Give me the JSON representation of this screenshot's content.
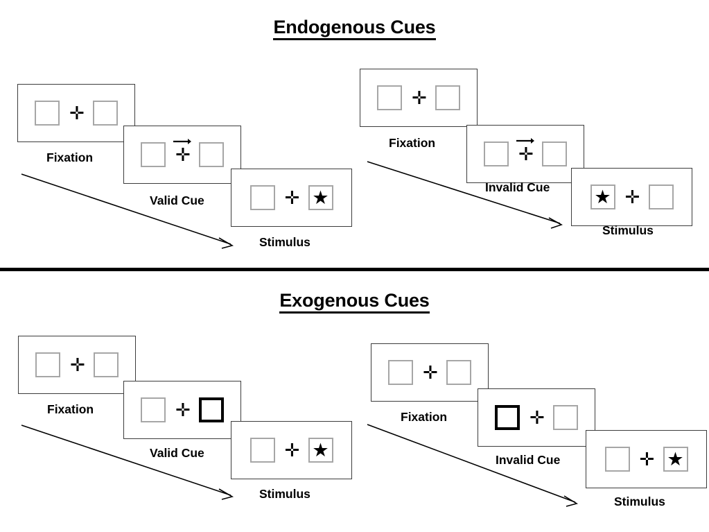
{
  "figure": {
    "background_color": "#ffffff",
    "line_color": "#3b3b3b",
    "box_color": "#a6a6a6",
    "accent_color": "#000000"
  },
  "sections": [
    {
      "id": "endogenous",
      "title": "Endogenous Cues",
      "conditions": [
        {
          "id": "endogenous-valid",
          "name": "valid",
          "frames": [
            {
              "caption": "Fixation",
              "cue": "none",
              "left_box": "empty",
              "right_box": "empty"
            },
            {
              "caption": "Valid Cue",
              "cue": "arrow-right",
              "left_box": "empty",
              "right_box": "empty"
            },
            {
              "caption": "Stimulus",
              "cue": "none",
              "left_box": "empty",
              "right_box": "star"
            }
          ]
        },
        {
          "id": "endogenous-invalid",
          "name": "invalid",
          "frames": [
            {
              "caption": "Fixation",
              "cue": "none",
              "left_box": "empty",
              "right_box": "empty"
            },
            {
              "caption": "Invalid Cue",
              "cue": "arrow-right",
              "left_box": "empty",
              "right_box": "empty"
            },
            {
              "caption": "Stimulus",
              "cue": "none",
              "left_box": "star",
              "right_box": "empty"
            }
          ]
        }
      ]
    },
    {
      "id": "exogenous",
      "title": "Exogenous Cues",
      "conditions": [
        {
          "id": "exogenous-valid",
          "name": "valid",
          "frames": [
            {
              "caption": "Fixation",
              "cue": "none",
              "left_box": "empty",
              "right_box": "empty"
            },
            {
              "caption": "Valid Cue",
              "cue": "none",
              "left_box": "empty",
              "right_box": "highlighted"
            },
            {
              "caption": "Stimulus",
              "cue": "none",
              "left_box": "empty",
              "right_box": "star"
            }
          ]
        },
        {
          "id": "exogenous-invalid",
          "name": "invalid",
          "frames": [
            {
              "caption": "Fixation",
              "cue": "none",
              "left_box": "empty",
              "right_box": "empty"
            },
            {
              "caption": "Invalid Cue",
              "cue": "none",
              "left_box": "highlighted",
              "right_box": "empty"
            },
            {
              "caption": "Stimulus",
              "cue": "none",
              "left_box": "empty",
              "right_box": "star"
            }
          ]
        }
      ]
    }
  ],
  "glyphs": {
    "plus": "✛",
    "star": "★"
  },
  "timeline_arrows": [
    {
      "id": "endogenous-valid-timeline"
    },
    {
      "id": "endogenous-invalid-timeline"
    },
    {
      "id": "exogenous-valid-timeline"
    },
    {
      "id": "exogenous-invalid-timeline"
    }
  ]
}
